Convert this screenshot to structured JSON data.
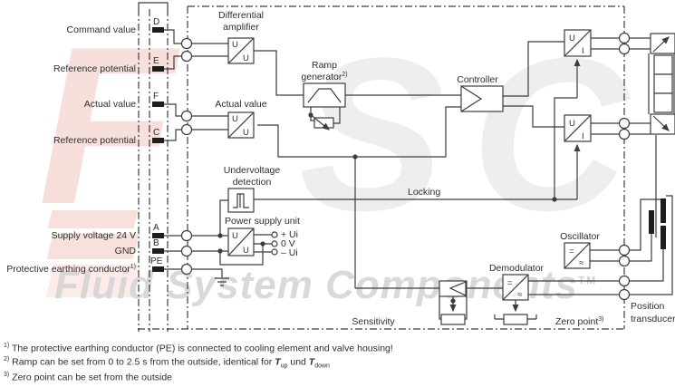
{
  "watermark": {
    "letters": [
      "F",
      "S",
      "C"
    ],
    "text": "Fluid System Components",
    "tm": "TM"
  },
  "colors": {
    "line": "#3c3c3c",
    "pink": "#f2c6c0",
    "gray": "#d3d3d3"
  },
  "labels": {
    "left": [
      "Command value",
      "Reference potential",
      "Actual value",
      "Reference potential",
      "Supply voltage 24 V",
      "GND",
      "Protective earthing conductor"
    ],
    "pe_sup": "1)",
    "terminals": [
      "D",
      "E",
      "F",
      "C",
      "A",
      "B",
      "PE"
    ]
  },
  "blocks": {
    "differential_amplifier_1": "Differential",
    "differential_amplifier_2": "amplifier",
    "actual_value": "Actual value",
    "ramp_1": "Ramp",
    "ramp_2": "generator",
    "ramp_sup": "2)",
    "controller": "Controller",
    "undervoltage_1": "Undervoltage",
    "undervoltage_2": "detection",
    "power_supply": "Power supply unit",
    "oscillator": "Oscillator",
    "demodulator": "Demodulator"
  },
  "signals": {
    "locking": "Locking",
    "sensitivity": "Sensitivity",
    "zero_point": "Zero point",
    "zero_point_sup": "3)",
    "position_1": "Position",
    "position_2": "transducer"
  },
  "psu_outputs": [
    "+ Ui",
    "0 V",
    "– Ui"
  ],
  "symbols": {
    "u": "U",
    "i": "I",
    "eq": "=",
    "ac": "≈"
  },
  "footnotes": {
    "fn1_sup": "1)",
    "fn1": "The protective earthing conductor (PE) is connected to cooling element and valve housing!",
    "fn2_sup": "2)",
    "fn2_pre": "Ramp can be set from 0 to 2.5 s from the outside, identical for ",
    "t1": "T",
    "sub_up": "up",
    "fn2_mid": " und ",
    "t2": "T",
    "sub_down": "down",
    "fn3_sup": "3)",
    "fn3": "Zero point can be set from the outside"
  }
}
